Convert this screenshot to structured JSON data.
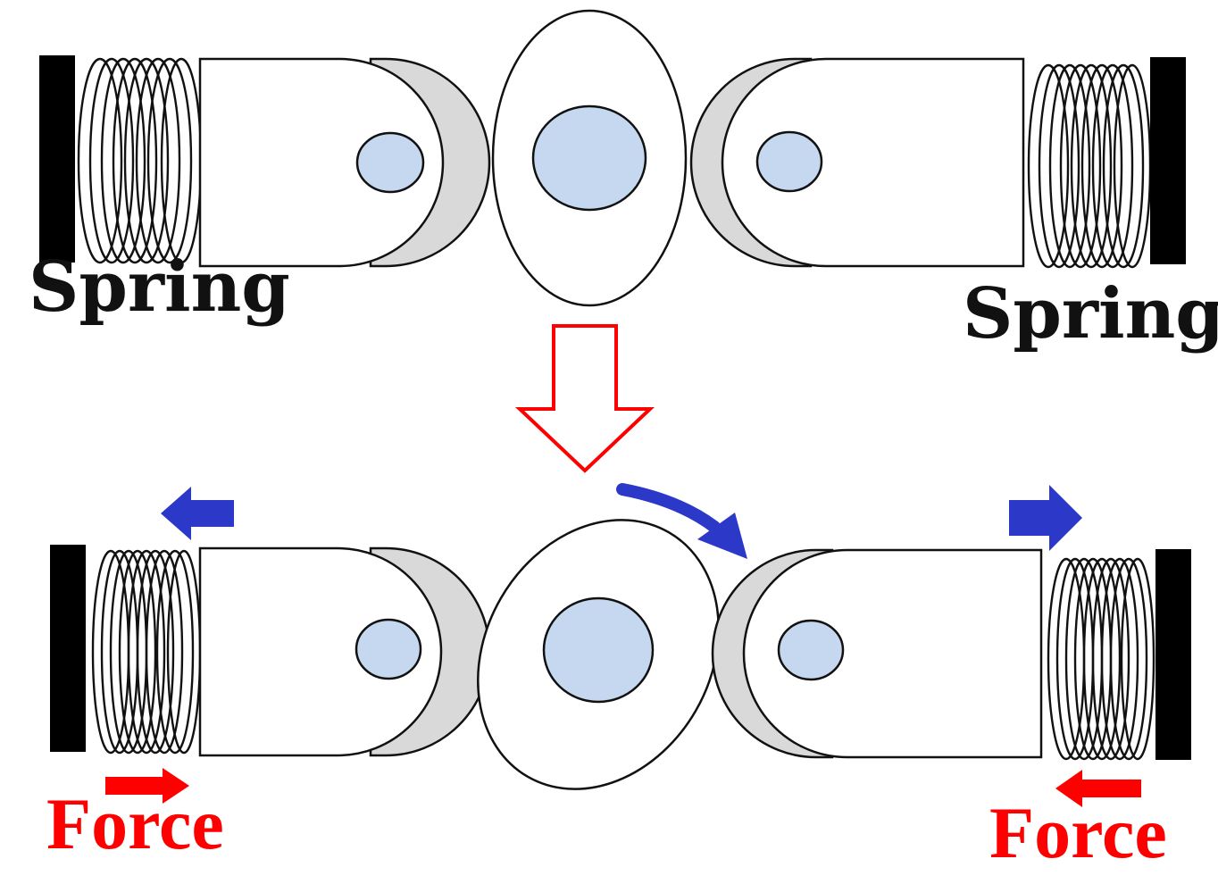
{
  "labels": {
    "spring_left": "Spring",
    "spring_right": "Spring",
    "force_left": "Force",
    "force_right": "Force"
  },
  "colors": {
    "stroke": "#111111",
    "pin_fill": "#c5d8ef",
    "shadow_fill": "#d9d9d9",
    "wall": "#000000",
    "transition_arrow": "#ff0000",
    "rotation_arrow": "#2c39c8",
    "force": "#ff0000"
  },
  "icons": {
    "transition": "down-arrow-outline",
    "rotation": "curved-arrow",
    "motion": "block-arrow"
  }
}
